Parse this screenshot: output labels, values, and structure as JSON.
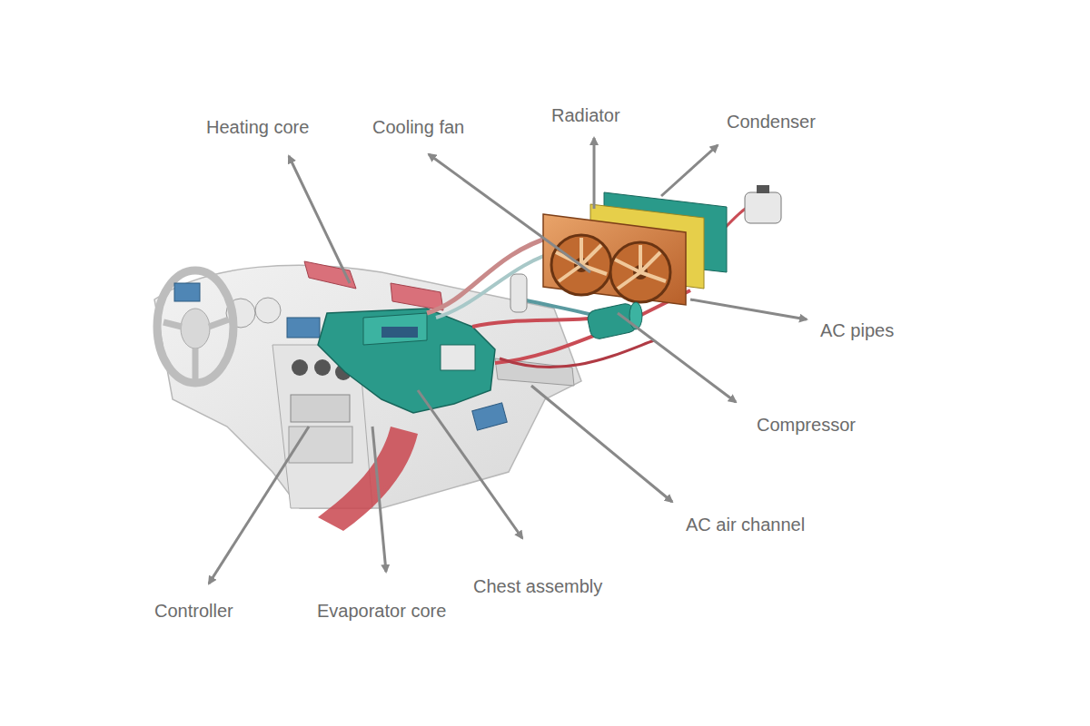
{
  "diagram": {
    "labels": [
      "Heating core",
      "Cooling fan",
      "Radiator",
      "Condenser",
      "AC pipes",
      "Compressor",
      "AC air channel",
      "Chest assembly",
      "Controller",
      "Evaporator core"
    ]
  }
}
